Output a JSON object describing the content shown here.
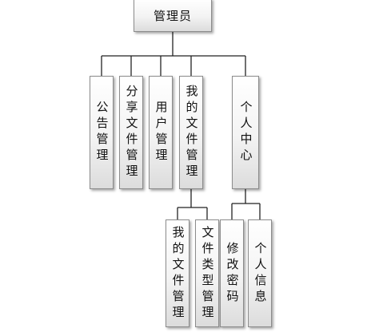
{
  "root": {
    "label": "管理员"
  },
  "modules": [
    {
      "label": "公告管理"
    },
    {
      "label": "分享文件管理"
    },
    {
      "label": "用户管理"
    },
    {
      "label": "我的文件管理"
    },
    {
      "label": "个人中心"
    }
  ],
  "submodules": {
    "my_files": [
      {
        "label": "我的文件管理"
      },
      {
        "label": "文件类型管理"
      }
    ],
    "personal_center": [
      {
        "label": "修改密码"
      },
      {
        "label": "个人信息"
      }
    ]
  },
  "colors": {
    "border": "#8c8c8c",
    "line": "#222222",
    "text": "#111111"
  }
}
